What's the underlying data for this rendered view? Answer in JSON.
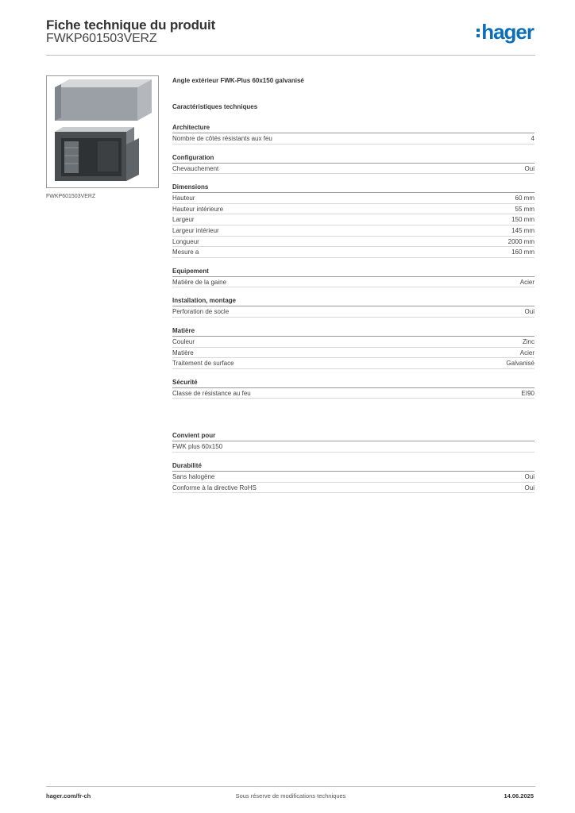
{
  "header": {
    "title": "Fiche technique du produit",
    "reference": "FWKP601503VERZ",
    "logo_text": "hager",
    "brand_color": "#0a6fb8"
  },
  "image": {
    "caption": "FWKP601503VERZ"
  },
  "product": {
    "name": "Angle extérieur FWK-Plus 60x150 galvanisé",
    "specs_heading": "Caractéristiques techniques"
  },
  "sections": [
    {
      "title": "Architecture",
      "rows": [
        {
          "label": "Nombre de côtés résistants aux feu",
          "value": "4"
        }
      ]
    },
    {
      "title": "Configuration",
      "rows": [
        {
          "label": "Chevauchement",
          "value": "Oui"
        }
      ]
    },
    {
      "title": "Dimensions",
      "rows": [
        {
          "label": "Hauteur",
          "value": "60 mm"
        },
        {
          "label": "Hauteur intérieure",
          "value": "55 mm"
        },
        {
          "label": "Largeur",
          "value": "150 mm"
        },
        {
          "label": "Largeur intérieur",
          "value": "145 mm"
        },
        {
          "label": "Longueur",
          "value": "2000 mm"
        },
        {
          "label": "Mesure a",
          "value": "160 mm"
        }
      ]
    },
    {
      "title": "Equipement",
      "rows": [
        {
          "label": "Matière de la gaine",
          "value": "Acier"
        }
      ]
    },
    {
      "title": "Installation, montage",
      "rows": [
        {
          "label": "Perforation de socle",
          "value": "Oui"
        }
      ]
    },
    {
      "title": "Matière",
      "rows": [
        {
          "label": "Couleur",
          "value": "Zinc"
        },
        {
          "label": "Matière",
          "value": "Acier"
        },
        {
          "label": "Traitement de surface",
          "value": "Galvanisé"
        }
      ]
    },
    {
      "title": "Sécurité",
      "rows": [
        {
          "label": "Classe de résistance au feu",
          "value": "EI90"
        }
      ]
    }
  ],
  "extra_sections": [
    {
      "title": "Convient pour",
      "rows": [
        {
          "label": "FWK plus 60x150",
          "value": ""
        }
      ]
    },
    {
      "title": "Durabilité",
      "rows": [
        {
          "label": "Sans halogène",
          "value": "Oui"
        },
        {
          "label": "Conforme à la directive RoHS",
          "value": "Oui"
        }
      ]
    }
  ],
  "footer": {
    "website": "hager.com/fr-ch",
    "notice": "Sous réserve de modifications techniques",
    "date": "14.06.2025"
  }
}
